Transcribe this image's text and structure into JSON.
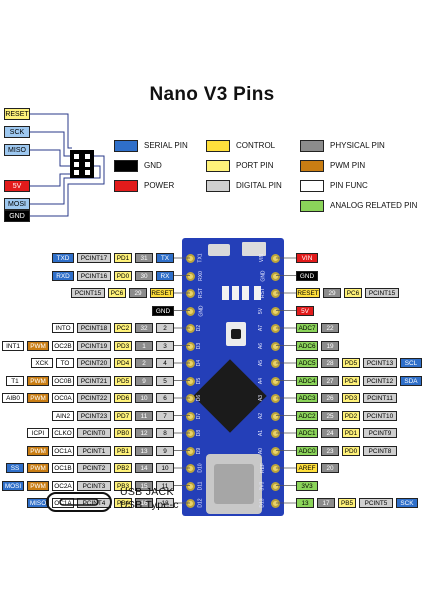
{
  "title": "Nano V3 Pins",
  "legend": [
    {
      "label": "SERIAL PIN",
      "cls": "c-serial"
    },
    {
      "label": "GND",
      "cls": "c-gnd"
    },
    {
      "label": "POWER",
      "cls": "c-power"
    },
    {
      "label": "CONTROL",
      "cls": "c-control"
    },
    {
      "label": "PORT PIN",
      "cls": "c-port"
    },
    {
      "label": "DIGITAL PIN",
      "cls": "c-digital"
    },
    {
      "label": "PHYSICAL PIN",
      "cls": "c-physical"
    },
    {
      "label": "PWM PIN",
      "cls": "c-pwm"
    },
    {
      "label": "PIN FUNC",
      "cls": "c-func"
    },
    {
      "label": "ANALOG RELATED PIN",
      "cls": "c-analog"
    }
  ],
  "isp": [
    "RESET",
    "SCK",
    "MISO",
    "5V",
    "MOSI",
    "GND"
  ],
  "usb": {
    "line1": "USB JACK",
    "line2": "USB Type-c"
  },
  "left_pins": [
    {
      "cells": [
        [
          "TXD",
          "c-serial"
        ],
        [
          "PCINT17",
          "c-digital"
        ],
        [
          "PD1",
          "c-port"
        ],
        [
          "31",
          "c-physical"
        ],
        [
          "TX",
          "c-serial"
        ]
      ]
    },
    {
      "cells": [
        [
          "RXD",
          "c-serial"
        ],
        [
          "PCINT16",
          "c-digital"
        ],
        [
          "PD0",
          "c-port"
        ],
        [
          "30",
          "c-physical"
        ],
        [
          "RX",
          "c-serial"
        ]
      ]
    },
    {
      "cells": [
        [
          "",
          "none"
        ],
        [
          "PCINT15",
          "c-digital"
        ],
        [
          "PC6",
          "c-port"
        ],
        [
          "29",
          "c-physical"
        ],
        [
          "RESET",
          "c-control"
        ]
      ]
    },
    {
      "cells": [
        [
          "",
          "none"
        ],
        [
          "",
          "none"
        ],
        [
          "",
          "none"
        ],
        [
          "",
          "none"
        ],
        [
          "GND",
          "c-gnd"
        ]
      ]
    },
    {
      "cells": [
        [
          "INTO",
          "c-func"
        ],
        [
          "PCINT18",
          "c-digital"
        ],
        [
          "PC2",
          "c-port"
        ],
        [
          "32",
          "c-physical"
        ],
        [
          "2",
          "c-digital"
        ]
      ]
    },
    {
      "cells": [
        [
          "INT1",
          "c-func"
        ],
        [
          "PWM",
          "c-pwm"
        ],
        [
          "OC2B",
          "c-func"
        ],
        [
          "PCINT19",
          "c-digital"
        ],
        [
          "PD3",
          "c-port"
        ],
        [
          "1",
          "c-physical"
        ],
        [
          "3",
          "c-digital"
        ]
      ]
    },
    {
      "cells": [
        [
          "XCK",
          "c-func"
        ],
        [
          "TO",
          "c-func"
        ],
        [
          "PCINT20",
          "c-digital"
        ],
        [
          "PD4",
          "c-port"
        ],
        [
          "2",
          "c-physical"
        ],
        [
          "4",
          "c-digital"
        ]
      ]
    },
    {
      "cells": [
        [
          "T1",
          "c-func"
        ],
        [
          "PWM",
          "c-pwm"
        ],
        [
          "OC0B",
          "c-func"
        ],
        [
          "PCINT21",
          "c-digital"
        ],
        [
          "PD5",
          "c-port"
        ],
        [
          "9",
          "c-physical"
        ],
        [
          "5",
          "c-digital"
        ]
      ]
    },
    {
      "cells": [
        [
          "AIB0",
          "c-func"
        ],
        [
          "PWM",
          "c-pwm"
        ],
        [
          "OC0A",
          "c-func"
        ],
        [
          "PCINT22",
          "c-digital"
        ],
        [
          "PD6",
          "c-port"
        ],
        [
          "10",
          "c-physical"
        ],
        [
          "6",
          "c-digital"
        ]
      ]
    },
    {
      "cells": [
        [
          "AIN2",
          "c-func"
        ],
        [
          "PCINT23",
          "c-digital"
        ],
        [
          "PD7",
          "c-port"
        ],
        [
          "11",
          "c-physical"
        ],
        [
          "7",
          "c-digital"
        ]
      ]
    },
    {
      "cells": [
        [
          "ICPI",
          "c-func"
        ],
        [
          "CLKO",
          "c-func"
        ],
        [
          "PCINT0",
          "c-digital"
        ],
        [
          "PB0",
          "c-port"
        ],
        [
          "12",
          "c-physical"
        ],
        [
          "8",
          "c-digital"
        ]
      ]
    },
    {
      "cells": [
        [
          "PWM",
          "c-pwm"
        ],
        [
          "OC1A",
          "c-func"
        ],
        [
          "PCINT1",
          "c-digital"
        ],
        [
          "PB1",
          "c-port"
        ],
        [
          "13",
          "c-physical"
        ],
        [
          "9",
          "c-digital"
        ]
      ]
    },
    {
      "cells": [
        [
          "SS",
          "c-serial"
        ],
        [
          "PWM",
          "c-pwm"
        ],
        [
          "OC1B",
          "c-func"
        ],
        [
          "PCINT2",
          "c-digital"
        ],
        [
          "PB2",
          "c-port"
        ],
        [
          "14",
          "c-physical"
        ],
        [
          "10",
          "c-digital"
        ]
      ]
    },
    {
      "cells": [
        [
          "MOSI",
          "c-serial"
        ],
        [
          "PWM",
          "c-pwm"
        ],
        [
          "OC2A",
          "c-func"
        ],
        [
          "PCINT3",
          "c-digital"
        ],
        [
          "PB3",
          "c-port"
        ],
        [
          "15",
          "c-physical"
        ],
        [
          "11",
          "c-digital"
        ]
      ]
    },
    {
      "cells": [
        [
          "MISO",
          "c-serial"
        ],
        [
          "OC1A",
          "c-func"
        ],
        [
          "PCINT4",
          "c-digital"
        ],
        [
          "PB4",
          "c-port"
        ],
        [
          "16",
          "c-physical"
        ],
        [
          "12",
          "c-digital"
        ]
      ]
    }
  ],
  "right_pins": [
    {
      "cells": [
        [
          "VIN",
          "c-power"
        ]
      ]
    },
    {
      "cells": [
        [
          "GND",
          "c-gnd"
        ]
      ]
    },
    {
      "cells": [
        [
          "RESET",
          "c-control"
        ],
        [
          "29",
          "c-physical"
        ],
        [
          "PC6",
          "c-port"
        ],
        [
          "PCINT15",
          "c-digital"
        ]
      ]
    },
    {
      "cells": [
        [
          "5V",
          "c-power"
        ]
      ]
    },
    {
      "cells": [
        [
          "ADC7",
          "c-analog"
        ],
        [
          "22",
          "c-physical"
        ]
      ]
    },
    {
      "cells": [
        [
          "ADC6",
          "c-analog"
        ],
        [
          "19",
          "c-physical"
        ]
      ]
    },
    {
      "cells": [
        [
          "ADC5",
          "c-analog"
        ],
        [
          "28",
          "c-physical"
        ],
        [
          "PD5",
          "c-port"
        ],
        [
          "PCINT13",
          "c-digital"
        ],
        [
          "SCL",
          "c-serial"
        ]
      ]
    },
    {
      "cells": [
        [
          "ADC4",
          "c-analog"
        ],
        [
          "27",
          "c-physical"
        ],
        [
          "PD4",
          "c-port"
        ],
        [
          "PCINT12",
          "c-digital"
        ],
        [
          "SDA",
          "c-serial"
        ]
      ]
    },
    {
      "cells": [
        [
          "ADC3",
          "c-analog"
        ],
        [
          "26",
          "c-physical"
        ],
        [
          "PD3",
          "c-port"
        ],
        [
          "PCINT11",
          "c-digital"
        ]
      ]
    },
    {
      "cells": [
        [
          "ADC2",
          "c-analog"
        ],
        [
          "25",
          "c-physical"
        ],
        [
          "PD2",
          "c-port"
        ],
        [
          "PCINT10",
          "c-digital"
        ]
      ]
    },
    {
      "cells": [
        [
          "ADC1",
          "c-analog"
        ],
        [
          "24",
          "c-physical"
        ],
        [
          "PD1",
          "c-port"
        ],
        [
          "PCINT9",
          "c-digital"
        ]
      ]
    },
    {
      "cells": [
        [
          "ADC0",
          "c-analog"
        ],
        [
          "23",
          "c-physical"
        ],
        [
          "PD0",
          "c-port"
        ],
        [
          "PCINT8",
          "c-digital"
        ]
      ]
    },
    {
      "cells": [
        [
          "AREF",
          "c-control"
        ],
        [
          "20",
          "c-physical"
        ]
      ]
    },
    {
      "cells": [
        [
          "3V3",
          "c-analog"
        ]
      ]
    },
    {
      "cells": [
        [
          "13",
          "c-analog"
        ],
        [
          "17",
          "c-physical"
        ],
        [
          "PB5",
          "c-port"
        ],
        [
          "PCINT5",
          "c-digital"
        ],
        [
          "SCK",
          "c-serial"
        ]
      ]
    }
  ],
  "board_silk_top": [
    "VIN",
    "GND",
    "RST",
    "5V",
    "A7",
    "A6",
    "A5",
    "A4",
    "A3",
    "A2",
    "A1",
    "A0",
    "REF",
    "3V3",
    "D13"
  ],
  "board_silk_left": [
    "TX1",
    "RX0",
    "RST",
    "GND",
    "D2",
    "D3",
    "D4",
    "D5",
    "D6",
    "D7",
    "D8",
    "D9",
    "D10",
    "D11",
    "D12"
  ]
}
